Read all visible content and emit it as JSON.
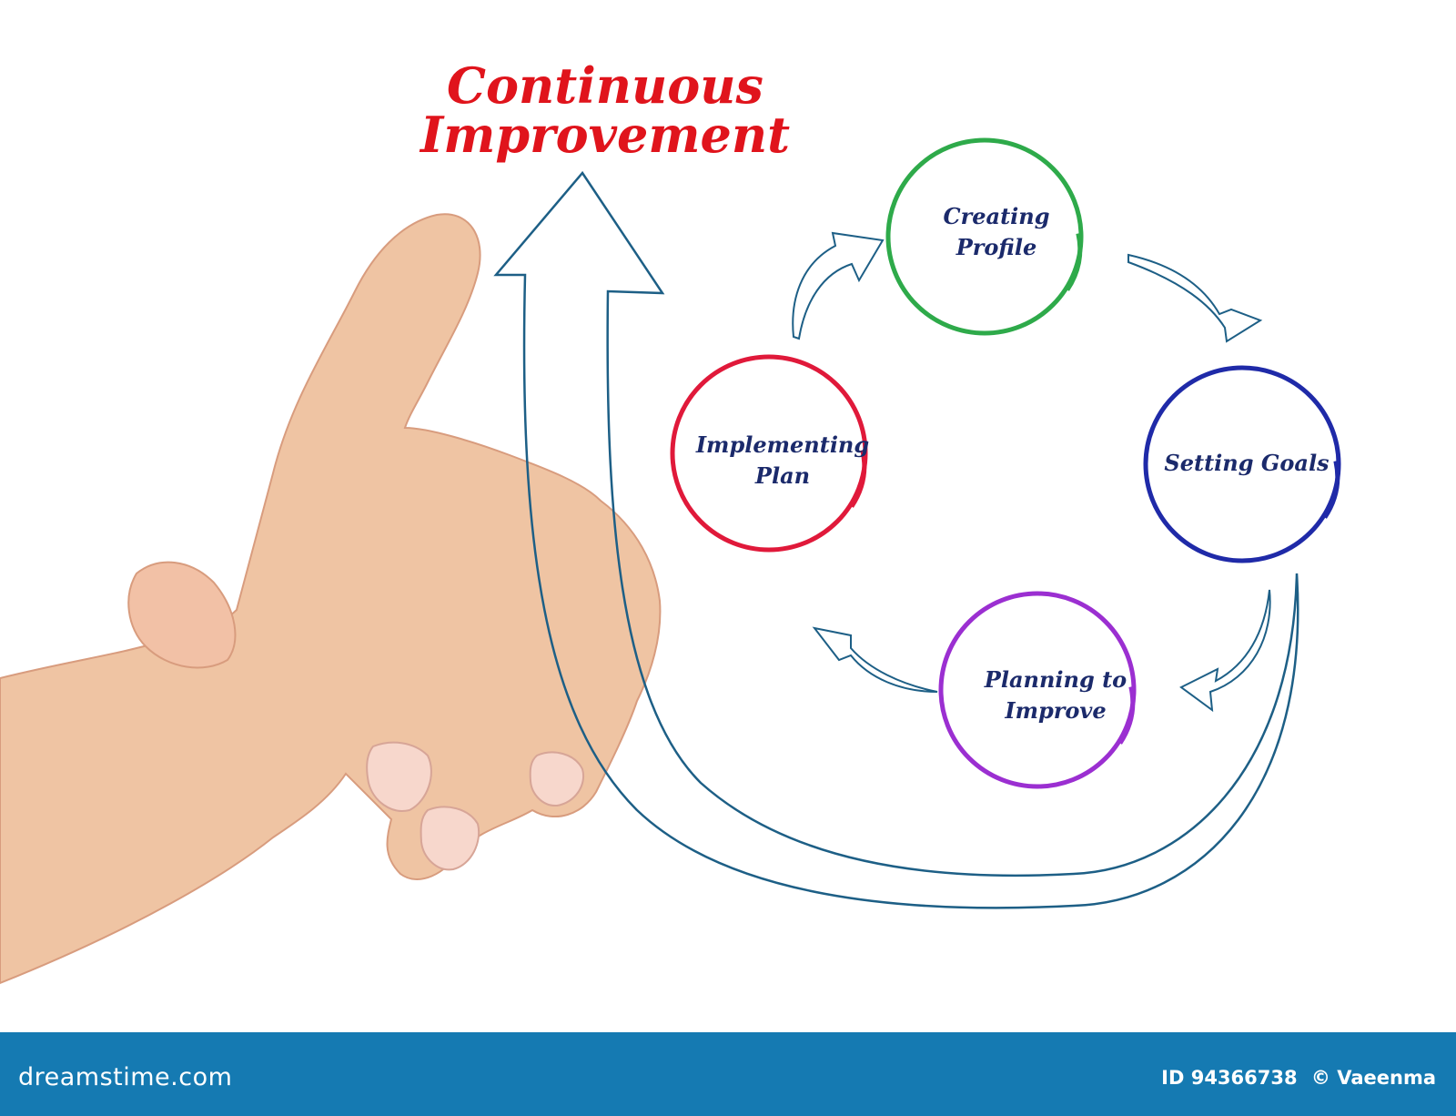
{
  "title": {
    "line1": "Continuous",
    "line2": "Improvement"
  },
  "cycle": [
    {
      "id": "creating-profile",
      "line1": "Creating",
      "line2": "Profile",
      "color": "#2eaa4a"
    },
    {
      "id": "setting-goals",
      "line1": "Setting Goals",
      "line2": "",
      "color": "#1f2aa8"
    },
    {
      "id": "planning-to-improve",
      "line1": "Planning to",
      "line2": "Improve",
      "color": "#9b2fd1"
    },
    {
      "id": "implementing-plan",
      "line1": "Implementing",
      "line2": "Plan",
      "color": "#e0193a"
    }
  ],
  "colors": {
    "title": "#e0141c",
    "arrow": "#1d5f86",
    "label": "#1b2a6b",
    "footer": "#157ab2"
  },
  "footer": {
    "brand": "dreamstime.com",
    "id_text": "ID 94366738",
    "author": "© Vaeenma"
  },
  "icons": {
    "hand": "pointing-hand-image"
  }
}
